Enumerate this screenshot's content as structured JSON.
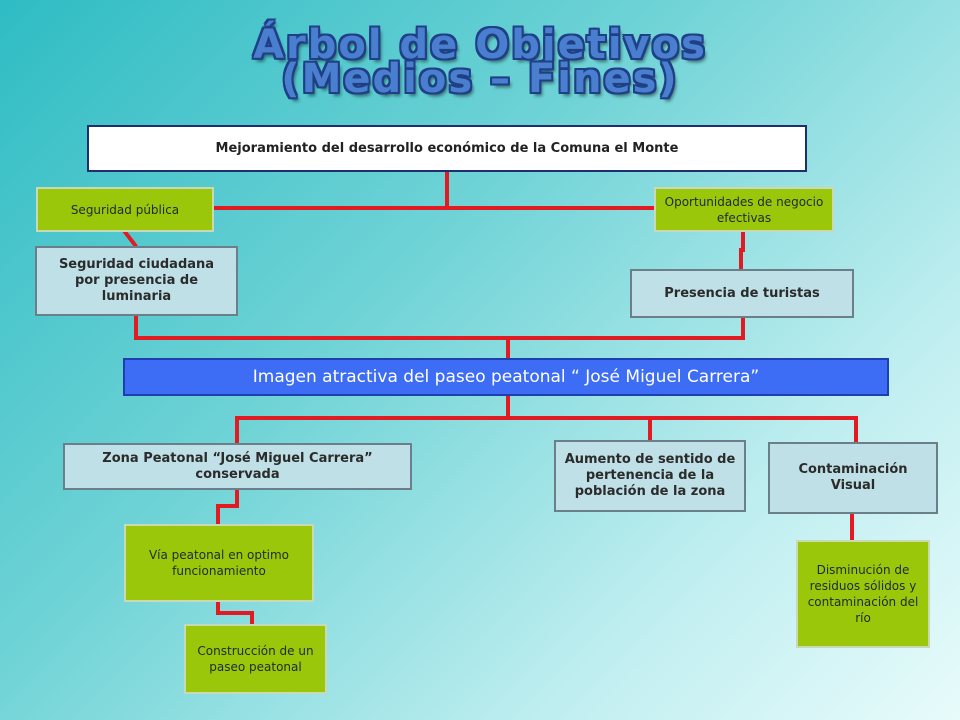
{
  "title": {
    "line1": "Árbol de Objetivos",
    "line2": "(Medios – Fines)"
  },
  "nodes": {
    "end_goal": "Mejoramiento del desarrollo económico de la Comuna el Monte",
    "seguridad_publica": "Seguridad pública",
    "oportunidades": "Oportunidades de negocio efectivas",
    "seguridad_ciudadana": "Seguridad ciudadana por presencia de luminaria",
    "presencia_turistas": "Presencia de turistas",
    "imagen_atractiva": "Imagen atractiva del paseo peatonal “ José Miguel Carrera”",
    "zona_peatonal": "Zona Peatonal “José Miguel Carrera” conservada",
    "aumento_sentido": "Aumento de sentido de pertenencia de la población de la zona",
    "contaminacion_visual": "Contaminación Visual",
    "via_peatonal": "Vía peatonal en optimo funcionamiento",
    "construccion": "Construcción de un paseo peatonal",
    "disminucion": "Disminución de residuos sólidos y contaminación del río"
  },
  "colors": {
    "connector": "#e21b23",
    "green_box": "#9bc70a",
    "light_box": "#bfe0e6",
    "center_box": "#3d6cf5",
    "title": "#4a7fd0"
  }
}
